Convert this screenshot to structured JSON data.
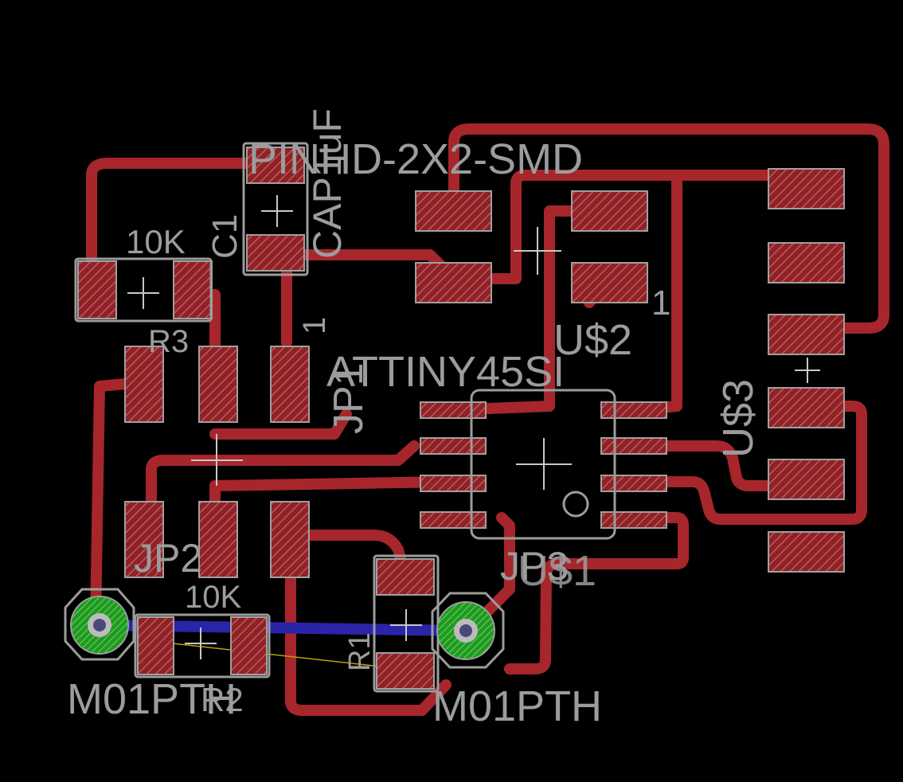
{
  "board": {
    "background": "#000000",
    "colors": {
      "trace": "#a6262b",
      "pad": "#a6262b",
      "silkscreen": "#9c9c9c",
      "bottom_trace": "#2a24a8",
      "via_ring": "#22b022"
    }
  },
  "labels": {
    "pinhd": "PINHD-2X2-SMD",
    "cap_value": "CAP1uF",
    "c1": "C1",
    "r3_value": "10K",
    "r3": "R3",
    "pin1_a": "1",
    "pin1_b": "1",
    "jp1": "JP1",
    "attiny": "ATTINY45SI",
    "us2": "U$2",
    "us3": "U$3",
    "us1_jp3": "JP3",
    "us1": "U$1",
    "jp2": "JP2",
    "r2_value": "10K",
    "m01pth_left": "M01PTH",
    "r2": "R2",
    "r1": "R1",
    "m01pth_right": "M01PTH"
  }
}
